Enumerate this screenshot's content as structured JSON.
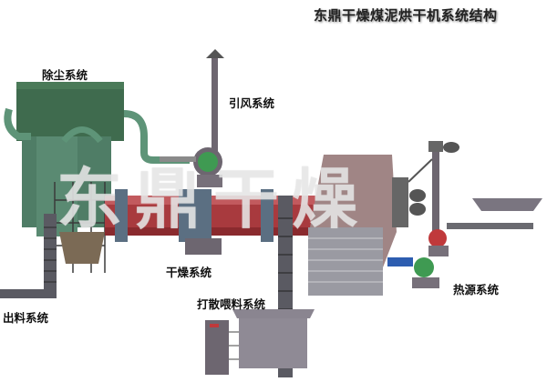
{
  "title": "东鼎干燥煤泥烘干机系统结构",
  "watermark": "东鼎干燥",
  "labels": {
    "dust_removal": "除尘系统",
    "induced_draft": "引风系统",
    "drying": "干燥系统",
    "feeding": "打散喂料系统",
    "discharge": "出料系统",
    "heat_source": "热源系统"
  },
  "colors": {
    "dust_collector": "#3f6b4e",
    "drum": "#a83a3e",
    "brick": "#9a8f8f",
    "steel": "#7d7780",
    "fan_green": "#3f9a52",
    "fan_red": "#c0393b"
  }
}
